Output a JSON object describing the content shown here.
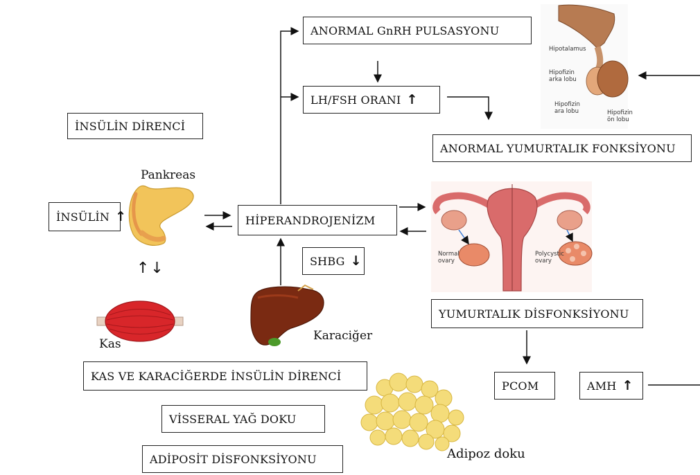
{
  "boxes": {
    "insulin_resistance": "İNSÜLİN DİRENCİ",
    "insulin": "İNSÜLİN",
    "hyperandrogenism": "HİPERANDROJENİZM",
    "shbg": "SHBG",
    "gnrh": "ANORMAL GnRH PULSASYONU",
    "lh_fsh": "LH/FSH ORANI",
    "abnormal_ovary": "ANORMAL YUMURTALIK FONKSİYONU",
    "ovarian_dysfunction": "YUMURTALIK DİSFONKSİYONU",
    "pcom": "PCOM",
    "amh": "AMH",
    "muscle_liver_resistance": "KAS VE KARACİĞERDE İNSÜLİN DİRENCİ",
    "visceral_fat": "VİSSERAL YAĞ DOKU",
    "adipocyte_dysfunction": "ADİPOSİT DİSFONKSİYONU"
  },
  "arrows": {
    "up": "↑",
    "down": "↓",
    "up_down": "↑↓"
  },
  "labels": {
    "pancreas": "Pankreas",
    "muscle": "Kas",
    "liver": "Karaciğer",
    "adipose": "Adipoz doku"
  },
  "pituitary_labels": {
    "hypothalamus": "Hipotalamus",
    "posterior": [
      "Hipofizin",
      "arka lobu"
    ],
    "intermediate": [
      "Hipofizin",
      "ara lobu"
    ],
    "anterior": [
      "Hipofizin",
      "ön lobu"
    ]
  },
  "uterus_labels": {
    "normal": [
      "Normal",
      "ovary"
    ],
    "polycystic": [
      "Polycystic",
      "ovary"
    ]
  },
  "colors": {
    "pancreas": "#f2c45a",
    "muscle": "#d8262a",
    "liver": "#7a2a12",
    "fat": "#f4dc7a",
    "uterus": "#d96b6b"
  }
}
